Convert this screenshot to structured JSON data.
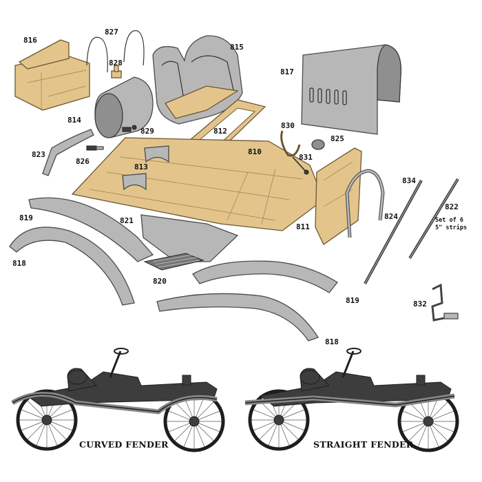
{
  "parts": {
    "p816": "816",
    "p827": "827",
    "p815": "815",
    "p828": "828",
    "p817": "817",
    "p814": "814",
    "p829": "829",
    "p812": "812",
    "p830": "830",
    "p825": "825",
    "p823": "823",
    "p826": "826",
    "p810": "810",
    "p831": "831",
    "p813": "813",
    "p834": "834",
    "p822": "822",
    "p819a": "819",
    "p821": "821",
    "p824": "824",
    "p811": "811",
    "p818a": "818",
    "p820": "820",
    "p819b": "819",
    "p832": "832",
    "p818b": "818"
  },
  "note_line1": "Set of 6",
  "note_line2": "5\" strips",
  "captions": {
    "curved": "CURVED FENDER",
    "straight": "STRAIGHT FENDER"
  },
  "colors": {
    "wood": "#e3c58c",
    "metal": "#b7b7b7",
    "car_body": "#3d3d3d"
  }
}
